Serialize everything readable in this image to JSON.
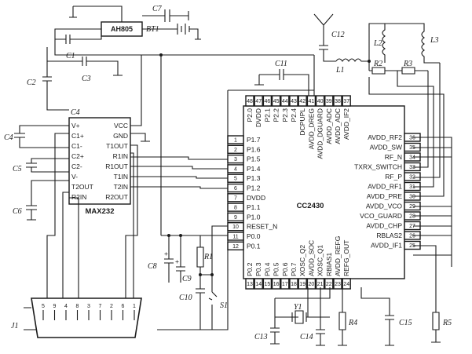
{
  "regulator": {
    "label": "AH805"
  },
  "max232": {
    "name": "MAX232",
    "ref": "C4",
    "left_pins": [
      "V+",
      "C1+",
      "C1-",
      "C2+",
      "C2-",
      "V-",
      "T2OUT",
      "R2IN"
    ],
    "right_pins": [
      "VCC",
      "GND",
      "T1OUT",
      "R1IN",
      "R1OUT",
      "T1IN",
      "T2IN",
      "R2OUT"
    ]
  },
  "cc2430": {
    "name": "CC2430",
    "left_pins": [
      {
        "num": "1",
        "name": "P1.7"
      },
      {
        "num": "2",
        "name": "P1.6"
      },
      {
        "num": "3",
        "name": "P1.5"
      },
      {
        "num": "4",
        "name": "P1.4"
      },
      {
        "num": "5",
        "name": "P1.3"
      },
      {
        "num": "6",
        "name": "P1.2"
      },
      {
        "num": "7",
        "name": "DVDD"
      },
      {
        "num": "8",
        "name": "P1.1"
      },
      {
        "num": "9",
        "name": "P1.0"
      },
      {
        "num": "10",
        "name": "RESET_N"
      },
      {
        "num": "11",
        "name": "P0.0"
      },
      {
        "num": "12",
        "name": "P0.1"
      }
    ],
    "right_pins": [
      {
        "num": "36",
        "name": "AVDD_RF2"
      },
      {
        "num": "35",
        "name": "AVDD_SW"
      },
      {
        "num": "34",
        "name": "RF_N"
      },
      {
        "num": "33",
        "name": "TXRX_SWITCH"
      },
      {
        "num": "32",
        "name": "RF_P"
      },
      {
        "num": "31",
        "name": "AVDD_RF1"
      },
      {
        "num": "30",
        "name": "AVDD_PRE"
      },
      {
        "num": "29",
        "name": "AVDD_VCO"
      },
      {
        "num": "28",
        "name": "VCO_GUARD"
      },
      {
        "num": "27",
        "name": "AVDD_CHP"
      },
      {
        "num": "26",
        "name": "RBLAS2"
      },
      {
        "num": "25",
        "name": "AVDD_IF1"
      }
    ],
    "top_pins": [
      {
        "num": "48",
        "name": "P2.0"
      },
      {
        "num": "47",
        "name": "DVDD"
      },
      {
        "num": "46",
        "name": "P2.1"
      },
      {
        "num": "45",
        "name": "P2.2"
      },
      {
        "num": "44",
        "name": "P2.3"
      },
      {
        "num": "43",
        "name": "P2.4"
      },
      {
        "num": "42",
        "name": "DCPUPL"
      },
      {
        "num": "41",
        "name": "AVDD_DREG"
      },
      {
        "num": "40",
        "name": "AVDD_DGUARD"
      },
      {
        "num": "39",
        "name": "AVDD_ADC"
      },
      {
        "num": "38",
        "name": "AVDD_ADC"
      },
      {
        "num": "37",
        "name": "AVDD_IF2"
      }
    ],
    "bottom_pins": [
      {
        "num": "13",
        "name": "P0.2"
      },
      {
        "num": "14",
        "name": "P0.3"
      },
      {
        "num": "15",
        "name": "P0.4"
      },
      {
        "num": "16",
        "name": "P0.5"
      },
      {
        "num": "17",
        "name": "P0.6"
      },
      {
        "num": "18",
        "name": "P0.7"
      },
      {
        "num": "19",
        "name": "XOSC_Q2"
      },
      {
        "num": "20",
        "name": "AVDD_SOC"
      },
      {
        "num": "21",
        "name": "XOSC_Q1"
      },
      {
        "num": "22",
        "name": "RBIAS1"
      },
      {
        "num": "23",
        "name": "AVDD_REFG"
      },
      {
        "num": "24",
        "name": "REFG_OUT"
      }
    ]
  },
  "components": {
    "C1": "C1",
    "C2": "C2",
    "C3": "C3",
    "C4": "C4",
    "C5": "C5",
    "C6": "C6",
    "C7": "C7",
    "C8": "C8",
    "C9": "C9",
    "C10": "C10",
    "C11": "C11",
    "C12": "C12",
    "C13": "C13",
    "C14": "C14",
    "C15": "C15",
    "BT1": "BT1",
    "L1": "L1",
    "L2": "L2",
    "L3": "L3",
    "R1": "R1",
    "R2": "R2",
    "R3": "R3",
    "R4": "R4",
    "R5": "R5",
    "Y1": "Y1",
    "S1": "S1",
    "J1": "J1"
  },
  "connector": {
    "top_pins": [
      "5",
      "9",
      "4",
      "8",
      "3",
      "7",
      "2",
      "6",
      "1"
    ]
  }
}
